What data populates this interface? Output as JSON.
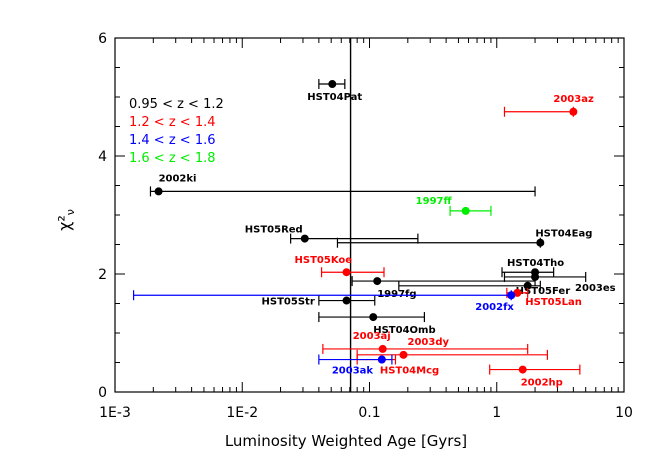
{
  "chart_data": {
    "type": "scatter",
    "xlabel": "Luminosity Weighted Age [Gyrs]",
    "ylabel": "χ²",
    "ylabel_sub": "ν",
    "xscale": "log",
    "xlim": [
      0.001,
      10
    ],
    "ylim": [
      0,
      6
    ],
    "x_ticks": [
      {
        "value": 0.001,
        "label": "1E-3"
      },
      {
        "value": 0.01,
        "label": "1E-2"
      },
      {
        "value": 0.1,
        "label": "0.1"
      },
      {
        "value": 1,
        "label": "1"
      },
      {
        "value": 10,
        "label": "10"
      }
    ],
    "y_ticks": [
      {
        "value": 0,
        "label": "0"
      },
      {
        "value": 2,
        "label": "2"
      },
      {
        "value": 4,
        "label": "4"
      },
      {
        "value": 6,
        "label": "6"
      }
    ],
    "reference_line_x": 0.071,
    "grid": false,
    "legend_position": "top-left",
    "series": [
      {
        "name": "0.95 < z < 1.2",
        "color": "#000000",
        "points": [
          {
            "label": "HST04Pat",
            "x": 0.051,
            "y": 5.22,
            "xerr": [
              0.04,
              0.064
            ]
          },
          {
            "label": "2002ki",
            "x": 0.0022,
            "y": 3.4,
            "xerr": [
              0.0019,
              2.0
            ]
          },
          {
            "label": "HST05Red",
            "x": 0.031,
            "y": 2.6,
            "xerr": [
              0.024,
              0.24
            ]
          },
          {
            "label": "HST04Eag",
            "x": 2.2,
            "y": 2.53,
            "xerr": [
              0.056,
              2.2
            ]
          },
          {
            "label": "HST04Tho",
            "x": 2.0,
            "y": 2.03,
            "xerr": [
              1.1,
              2.8
            ]
          },
          {
            "label": "2003es",
            "x": 2.0,
            "y": 1.95,
            "xerr": [
              1.15,
              5.0
            ]
          },
          {
            "label": "1997fg",
            "x": 0.115,
            "y": 1.88,
            "xerr": [
              0.073,
              2.0
            ]
          },
          {
            "label": "HST05Fer",
            "x": 1.75,
            "y": 1.8,
            "xerr": [
              0.17,
              2.2
            ]
          },
          {
            "label": "HST05Str",
            "x": 0.066,
            "y": 1.55,
            "xerr": [
              0.04,
              0.11
            ]
          },
          {
            "label": "HST04Omb",
            "x": 0.107,
            "y": 1.27,
            "xerr": [
              0.04,
              0.27
            ]
          }
        ]
      },
      {
        "name": "1.2 < z < 1.4",
        "color": "#ff0000",
        "points": [
          {
            "label": "2003az",
            "x": 4.0,
            "y": 4.75,
            "xerr": [
              1.15,
              4.0
            ]
          },
          {
            "label": "HST05Koe",
            "x": 0.066,
            "y": 2.03,
            "xerr": [
              0.042,
              0.13
            ]
          },
          {
            "label": "HST05Lan",
            "x": 1.45,
            "y": 1.68,
            "xerr": [
              1.2,
              1.75
            ]
          },
          {
            "label": "2003aj",
            "x": 0.127,
            "y": 0.73,
            "xerr": [
              0.043,
              1.75
            ]
          },
          {
            "label": "2003dy",
            "x": 0.185,
            "y": 0.63,
            "xerr": [
              0.08,
              2.5
            ]
          },
          {
            "label": "HST04Mcg",
            "x": 0.125,
            "y": 0.55,
            "xerr": [
              0.08,
              0.16
            ]
          },
          {
            "label": "2002hp",
            "x": 1.6,
            "y": 0.38,
            "xerr": [
              0.88,
              4.5
            ]
          }
        ]
      },
      {
        "name": "1.4 < z < 1.6",
        "color": "#0000ff",
        "points": [
          {
            "label": "2002fx",
            "x": 1.3,
            "y": 1.64,
            "xerr": [
              0.0014,
              1.3
            ]
          },
          {
            "label": "2003ak",
            "x": 0.125,
            "y": 0.55,
            "xerr": [
              0.04,
              0.15
            ]
          }
        ]
      },
      {
        "name": "1.6 < z < 1.8",
        "color": "#00ee00",
        "points": [
          {
            "label": "1997ff",
            "x": 0.57,
            "y": 3.07,
            "xerr": [
              0.43,
              0.9
            ]
          }
        ]
      }
    ]
  }
}
